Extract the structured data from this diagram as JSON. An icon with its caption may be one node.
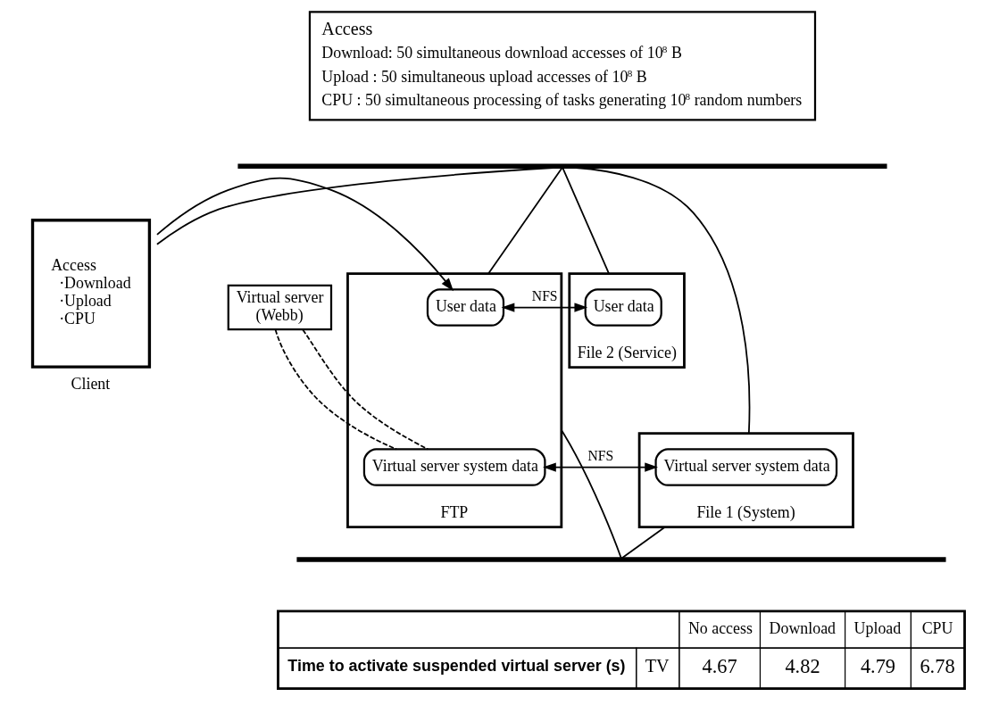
{
  "diagram": {
    "nodes": [
      {
        "text": [
          "Access",
          "Download: 50 simultaneous download accesses of 10$^{8}$ B",
          "Upload : 50 simultaneous upload accesses of 10$^{8}$ B",
          "CPU : 50 simultaneous processing of tasks generating 10$^{8}$ random numbers"
        ]
      },
      {
        "text": [],
        "shape": "bar"
      },
      {
        "text": [
          "Access",
          "·Download",
          "·Upload",
          "·CPU"
        ],
        "beside": [
          "Client"
        ]
      },
      {
        "text": [
          "Virtual server",
          "(Webb)"
        ]
      },
      {
        "text": [],
        "shape": "box",
        "beside": [
          "FTP"
        ]
      },
      {
        "text": [
          "User data"
        ],
        "in": 4
      },
      {
        "text": [
          "Virtual server system data"
        ],
        "in": 4
      },
      {
        "text": [],
        "shape": "box",
        "beside": [
          "File 2 (Service)"
        ]
      },
      {
        "text": [
          "User data"
        ],
        "in": 7
      },
      {
        "text": [],
        "shape": "box",
        "beside": [
          "File 1 (System)"
        ]
      },
      {
        "text": [
          "Virtual server system data"
        ],
        "in": 9
      },
      {
        "text": [],
        "shape": "bar"
      }
    ],
    "edges": [
      {
        "from": 1,
        "to": 2,
        "arrow": "none"
      },
      {
        "from": 1,
        "to": 4,
        "arrow": "none"
      },
      {
        "from": 1,
        "to": 7,
        "arrow": "none"
      },
      {
        "from": 1,
        "to": 9,
        "arrow": "none"
      },
      {
        "from": 2,
        "to": 5,
        "arrow": "to"
      },
      {
        "from": 5,
        "to": 8,
        "arrow": "both",
        "label": "NFS"
      },
      {
        "from": 3,
        "to": 6,
        "arrow": "none",
        "style": "dashed"
      },
      {
        "from": 3,
        "to": 6,
        "arrow": "none",
        "style": "dashed"
      },
      {
        "from": 6,
        "to": 10,
        "arrow": "both",
        "label": "NFS"
      },
      {
        "from": 4,
        "to": 11,
        "arrow": "none"
      },
      {
        "from": 9,
        "to": 11,
        "arrow": "none"
      }
    ],
    "labels": [
      "No access",
      "Download",
      "Upload",
      "CPU",
      "Time to activate suspended virtual server (s)",
      "TV",
      "4.67",
      "4.82",
      "4.79",
      "6.78"
    ]
  }
}
